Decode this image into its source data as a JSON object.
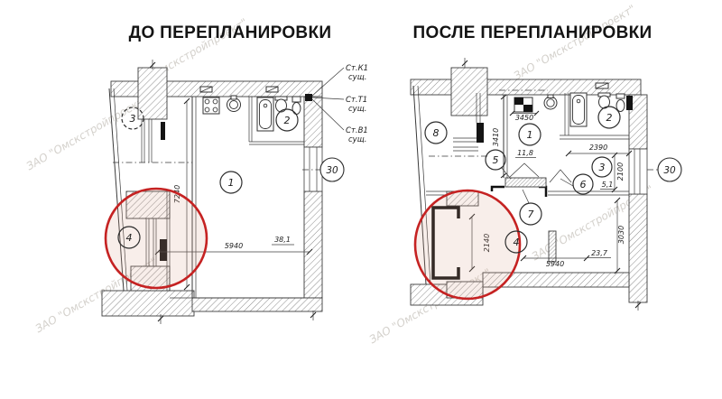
{
  "titles": {
    "before": "ДО ПЕРЕПЛАНИРОВКИ",
    "after": "ПОСЛЕ ПЕРЕПЛАНИРОВКИ"
  },
  "watermark": "ЗАО \"Омскстройпроект\"",
  "colors": {
    "highlight": "#c52222",
    "ink": "#1d1d1d"
  },
  "before_plan": {
    "rooms": {
      "r1": "1",
      "r2": "2",
      "r3": "3",
      "r4": "4"
    },
    "dims": {
      "height": "7240",
      "width": "5940",
      "area": "38,1"
    },
    "axis_mark": "30",
    "risers": {
      "k1": "Ст.К1",
      "k1_note": "сущ.",
      "t1": "Ст.Т1",
      "t1_note": "сущ.",
      "v1": "Ст.В1",
      "v1_note": "сущ."
    }
  },
  "after_plan": {
    "rooms": {
      "r1": "1",
      "r2": "2",
      "r3": "3",
      "r4": "4",
      "r5": "5",
      "r6": "6",
      "r7": "7",
      "r8": "8"
    },
    "dims": {
      "kitchen_width": "3450",
      "kitchen_depth": "3410",
      "room3_width": "2390",
      "room3_depth": "2100",
      "room3_area": "5,1",
      "kitchen_area": "11,8",
      "opening_width": "2140",
      "room_width": "5940",
      "room_area": "23,7",
      "room_depth": "3030"
    },
    "axis_mark": "30"
  }
}
